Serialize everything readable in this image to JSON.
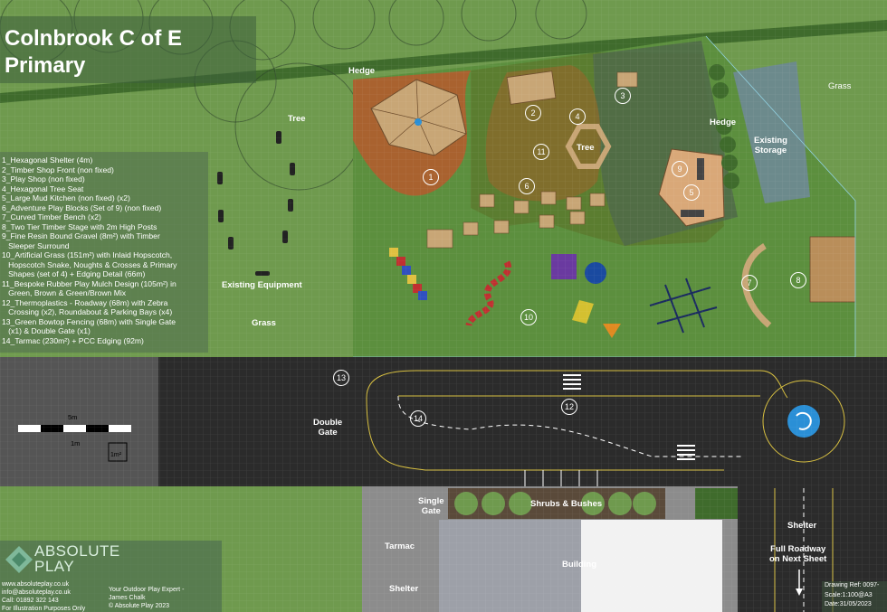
{
  "title": "Colnbrook C of E\nPrimary",
  "legend": [
    "1_Hexagonal Shelter (4m)",
    "2_Timber Shop Front (non fixed)",
    "3_Play Shop (non fixed)",
    "4_Hexagonal Tree Seat",
    "5_Large Mud Kitchen (non fixed) (x2)",
    "6_Adventure Play Blocks (Set of 9) (non fixed)",
    "7_Curved Timber Bench (x2)",
    "8_Two Tier Timber Stage with 2m High Posts",
    "9_Fine Resin Bound Gravel (8m²) with Timber\n   Sleeper Surround",
    "10_Artificial Grass (151m²) with Inlaid Hopscotch,\n   Hopscotch Snake, Noughts & Crosses & Primary\n   Shapes (set of 4) + Edging Detail (66m)",
    "11_Bespoke Rubber Play Mulch Design (105m²) in\n   Green, Brown & Green/Brown Mix",
    "12_Thermoplastics - Roadway (68m) with Zebra\n   Crossing (x2), Roundabout & Parking Bays (x4)",
    "13_Green Bowtop Fencing (68m) with Single Gate\n   (x1) & Double Gate (x1)",
    "14_Tarmac (230m²) + PCC Edging (92m)"
  ],
  "labels": {
    "hedge_top": "Hedge",
    "hedge_right": "Hedge",
    "grass_top_right": "Grass",
    "existing_storage": "Existing\nStorage",
    "tree_left": "Tree",
    "tree_seat": "Tree",
    "existing_equipment": "Existing Equipment",
    "grass_left": "Grass",
    "double_gate": "Double\nGate",
    "single_gate": "Single\nGate",
    "shrubs": "Shrubs & Bushes",
    "tarmac": "Tarmac",
    "building": "Building",
    "shelter_bottom": "Shelter",
    "shelter_right": "Shelter",
    "full_roadway": "Full Roadway\non Next Sheet"
  },
  "scale_bar": {
    "top": "5m",
    "bottom": "1m",
    "box": "1m²"
  },
  "markers": [
    "1",
    "2",
    "3",
    "4",
    "5",
    "6",
    "7",
    "8",
    "9",
    "10",
    "11",
    "12",
    "13",
    "14"
  ],
  "brand": {
    "logo": "ABSOLUTE\nPLAY",
    "contact": "www.absoluteplay.co.uk\ninfo@absoluteplay.co.uk\nCall: 01892 322 143\nFor Illustration Purposes Only",
    "expert": "Your Outdoor Play Expert -\nJames Chalk\n© Absolute Play 2023"
  },
  "drawing_ref": "Drawing Ref: 0097-\nScale:1:100@A3\nDate:31/05/2023",
  "colors": {
    "grass": "#6f9a4e",
    "field": "#5c8f3e",
    "hedge": "#3f6b2c",
    "mulch_brown": "#a9622f",
    "mulch_green": "#5a7a2e",
    "tarmac": "#2b2b2b",
    "roundabout": "#2a8fd6",
    "storage": "#6c8a8c"
  }
}
